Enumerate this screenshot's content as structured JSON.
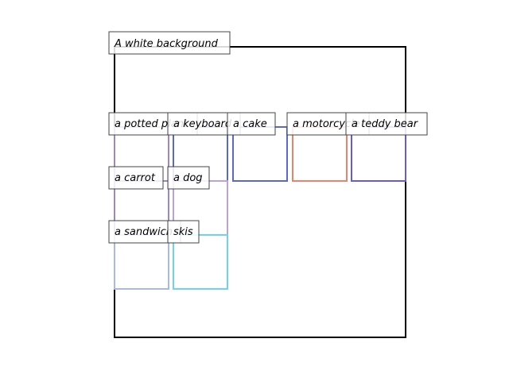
{
  "scene": {
    "caption": "A white background"
  },
  "boxes": [
    {
      "id": "potted-plant",
      "label": "a potted plant",
      "color": "#9e86c8"
    },
    {
      "id": "keyboard",
      "label": "a keyboard",
      "color": "#5a6bbf"
    },
    {
      "id": "cake",
      "label": "a cake",
      "color": "#5a6bbf"
    },
    {
      "id": "motorcycle",
      "label": "a motorcycle",
      "color": "#e8836d"
    },
    {
      "id": "teddy-bear",
      "label": "a teddy bear",
      "color": "#6a5acd"
    },
    {
      "id": "carrot",
      "label": "a carrot",
      "color": "#9e86c8"
    },
    {
      "id": "dog",
      "label": "a dog",
      "color": "#b9a3d9"
    },
    {
      "id": "sandwich",
      "label": "a sandwich",
      "color": "#a9b8e8"
    },
    {
      "id": "skis",
      "label": "skis",
      "color": "#6fd3ea"
    }
  ]
}
